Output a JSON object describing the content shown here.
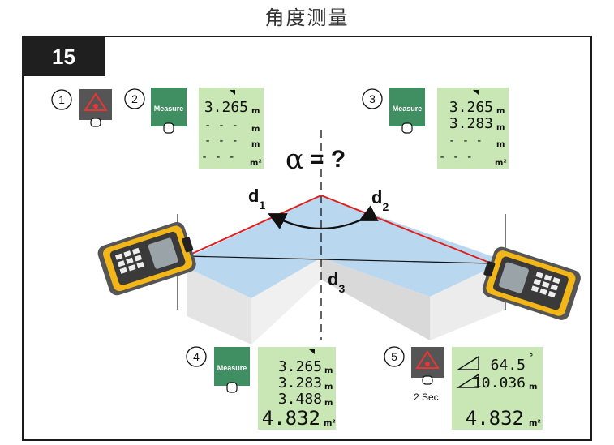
{
  "title": "角度测量",
  "figure_number": "15",
  "question": "α = ?",
  "alpha": "α",
  "eq": "= ?",
  "labels": {
    "d1": "d",
    "d1_sub": "1",
    "d2": "d",
    "d2_sub": "2",
    "d3": "d",
    "d3_sub": "3"
  },
  "steps": [
    {
      "num": "1"
    },
    {
      "num": "2",
      "button": "Measure"
    },
    {
      "num": "3",
      "button": "Measure"
    },
    {
      "num": "4",
      "button": "Measure"
    },
    {
      "num": "5",
      "hold": "2 Sec."
    }
  ],
  "displays": {
    "d2": {
      "rows": [
        "3.265",
        "- - -",
        "- - -",
        "- - -"
      ]
    },
    "d3": {
      "rows": [
        "3.265",
        "3.283",
        "- - -",
        "- - -"
      ]
    },
    "d4": {
      "rows": [
        "3.265",
        "3.283",
        "3.488",
        "4.832"
      ]
    },
    "d5": {
      "rows": [
        "64.5",
        "10.036",
        "4.832"
      ]
    }
  },
  "units": {
    "m": "m",
    "m2": "m²",
    "deg": "°"
  },
  "colors": {
    "lcd": "#c8e7b4",
    "button": "#3f8f62",
    "laser": "#e02020",
    "table_top": "#b8d6ec",
    "device_yellow": "#f2b619"
  }
}
